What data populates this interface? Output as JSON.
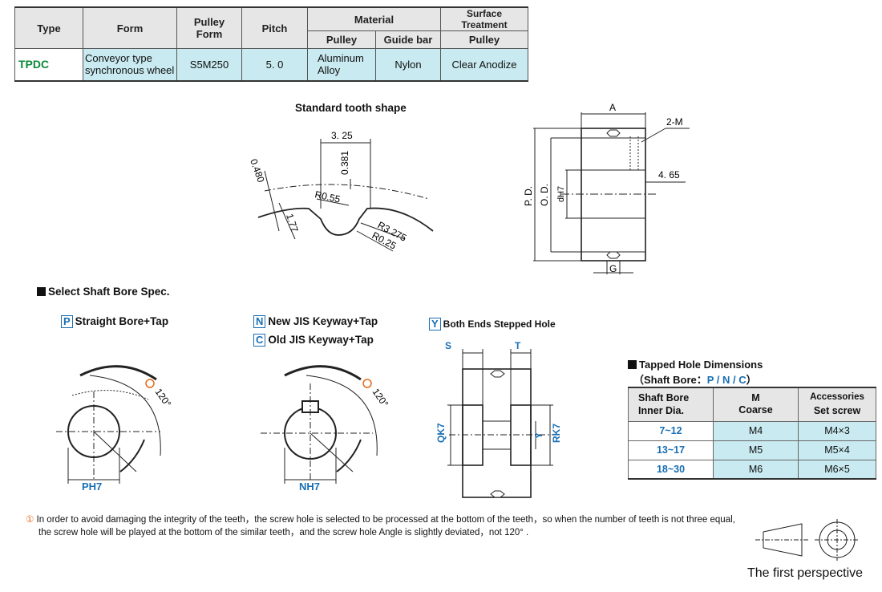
{
  "spec_table": {
    "headers": {
      "type": "Type",
      "form": "Form",
      "pulley_form": "Pulley Form",
      "pitch": "Pitch",
      "material": "Material",
      "surface_treatment": "Surface Treatment",
      "pulley": "Pulley",
      "guide_bar": "Guide bar",
      "surface_pulley": "Pulley"
    },
    "row": {
      "type": "TPDC",
      "form_line1": "Conveyor type",
      "form_line2": "synchronous wheel",
      "pulley_form": "S5M250",
      "pitch": "5. 0",
      "pulley_material_line1": "Aluminum",
      "pulley_material_line2": "Alloy",
      "guide_bar": "Nylon",
      "surface": "Clear Anodize"
    }
  },
  "tooth": {
    "title": "Standard tooth shape",
    "d1": "3. 25",
    "d2": "0.381",
    "d3": "0.480",
    "d4": "R0.55",
    "d5": "1.77",
    "d6": "R3.275",
    "d7": "R0.25"
  },
  "pulley_drawing": {
    "A": "A",
    "M": "2-M",
    "w": "4. 65",
    "PD": "P. D.",
    "OD": "O. D.",
    "dH7": "dH7",
    "G": "G"
  },
  "bore_section": {
    "title": "Select Shaft Bore Spec.",
    "straight": {
      "letter": "P",
      "label": "Straight Bore+Tap",
      "dim": "PH7",
      "angle": "120°",
      "mark": "①"
    },
    "new_jis": {
      "letter": "N",
      "label": "New JIS Keyway+Tap"
    },
    "old_jis": {
      "letter": "C",
      "label": "Old JIS Keyway+Tap",
      "dim": "NH7",
      "angle": "120°",
      "mark": "①"
    },
    "stepped": {
      "letter": "Y",
      "label": "Both Ends Stepped Hole",
      "S": "S",
      "T": "T",
      "Q": "QK7",
      "Yd": "Y",
      "R": "RK7"
    }
  },
  "tapped_table": {
    "title": "Tapped Hole Dimensions",
    "subtitle_prefix": "（Shaft Bore：",
    "subtitle_codes": "P / N / C",
    "subtitle_suffix": "）",
    "headers": {
      "bore": "Shaft Bore Inner Dia.",
      "m": "M",
      "coarse": "Coarse",
      "acc1": "Accessories",
      "acc2": "Set screw"
    },
    "rows": [
      {
        "range": "7~12",
        "m": "M4",
        "screw": "M4×3"
      },
      {
        "range": "13~17",
        "m": "M5",
        "screw": "M5×4"
      },
      {
        "range": "18~30",
        "m": "M6",
        "screw": "M6×5"
      }
    ]
  },
  "note": {
    "mark": "①",
    "line1": "In order to avoid damaging the integrity of the teeth，the screw hole is selected to be processed at the bottom of the teeth，so when the number of teeth is not three equal,",
    "line2": "the screw hole will be played at the bottom of the similar teeth，and the screw hole Angle is slightly deviated，not 120°   ."
  },
  "perspective": "The first perspective",
  "colors": {
    "accent_green": "#0a8a3a",
    "accent_blue": "#1a6fb3",
    "cell_cyan": "#c8eaf0",
    "note_orange": "#e46a1a"
  }
}
